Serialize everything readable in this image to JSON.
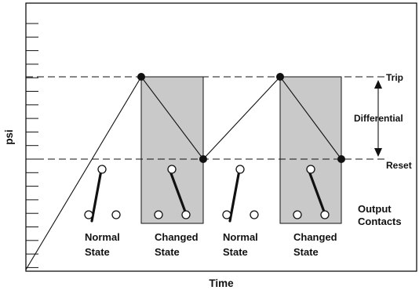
{
  "labels": {
    "y_axis": "psi",
    "x_axis": "Time",
    "trip": "Trip",
    "reset": "Reset",
    "differential": "Differential",
    "output_contacts": [
      "Output",
      "Contacts"
    ]
  },
  "states": [
    {
      "line1": "Normal",
      "line2": "State",
      "switch_closed": false,
      "shaded": false
    },
    {
      "line1": "Changed",
      "line2": "State",
      "switch_closed": true,
      "shaded": true
    },
    {
      "line1": "Normal",
      "line2": "State",
      "switch_closed": false,
      "shaded": false
    },
    {
      "line1": "Changed",
      "line2": "State",
      "switch_closed": true,
      "shaded": true
    }
  ],
  "colors": {
    "shade": "#c9c9c9",
    "line": "#111111",
    "background": "#ffffff"
  }
}
